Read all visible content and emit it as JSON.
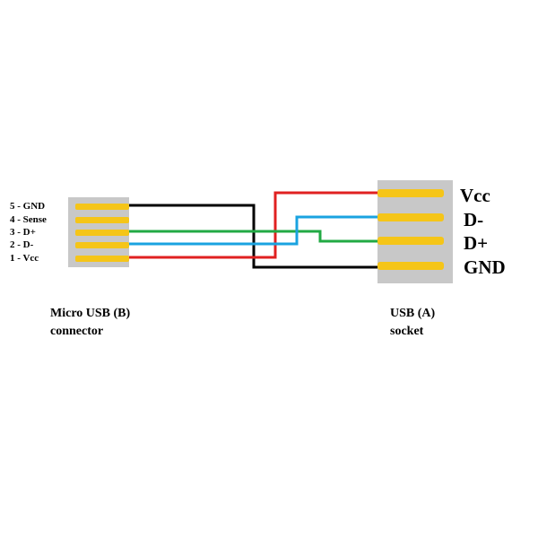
{
  "micro_connector": {
    "caption_line1": "Micro USB (B)",
    "caption_line2": "connector",
    "pins": [
      {
        "label": "5 - GND"
      },
      {
        "label": "4 - Sense"
      },
      {
        "label": "3 - D+"
      },
      {
        "label": "2 - D-"
      },
      {
        "label": "1 - Vcc"
      }
    ]
  },
  "usb_a_socket": {
    "caption_line1": "USB (A)",
    "caption_line2": "socket",
    "pins": [
      {
        "label": "Vcc"
      },
      {
        "label": "D-"
      },
      {
        "label": "D+"
      },
      {
        "label": "GND"
      }
    ]
  },
  "colors": {
    "connector_body": "#c8c8c8",
    "pin": "#f5c518",
    "gnd_wire": "#000000",
    "vcc_wire": "#e02020",
    "dplus_wire": "#22aa44",
    "dminus_wire": "#1aa3e0"
  },
  "wires": [
    {
      "signal": "GND",
      "color_key": "gnd_wire"
    },
    {
      "signal": "Vcc",
      "color_key": "vcc_wire"
    },
    {
      "signal": "D+",
      "color_key": "dplus_wire"
    },
    {
      "signal": "D-",
      "color_key": "dminus_wire"
    }
  ]
}
